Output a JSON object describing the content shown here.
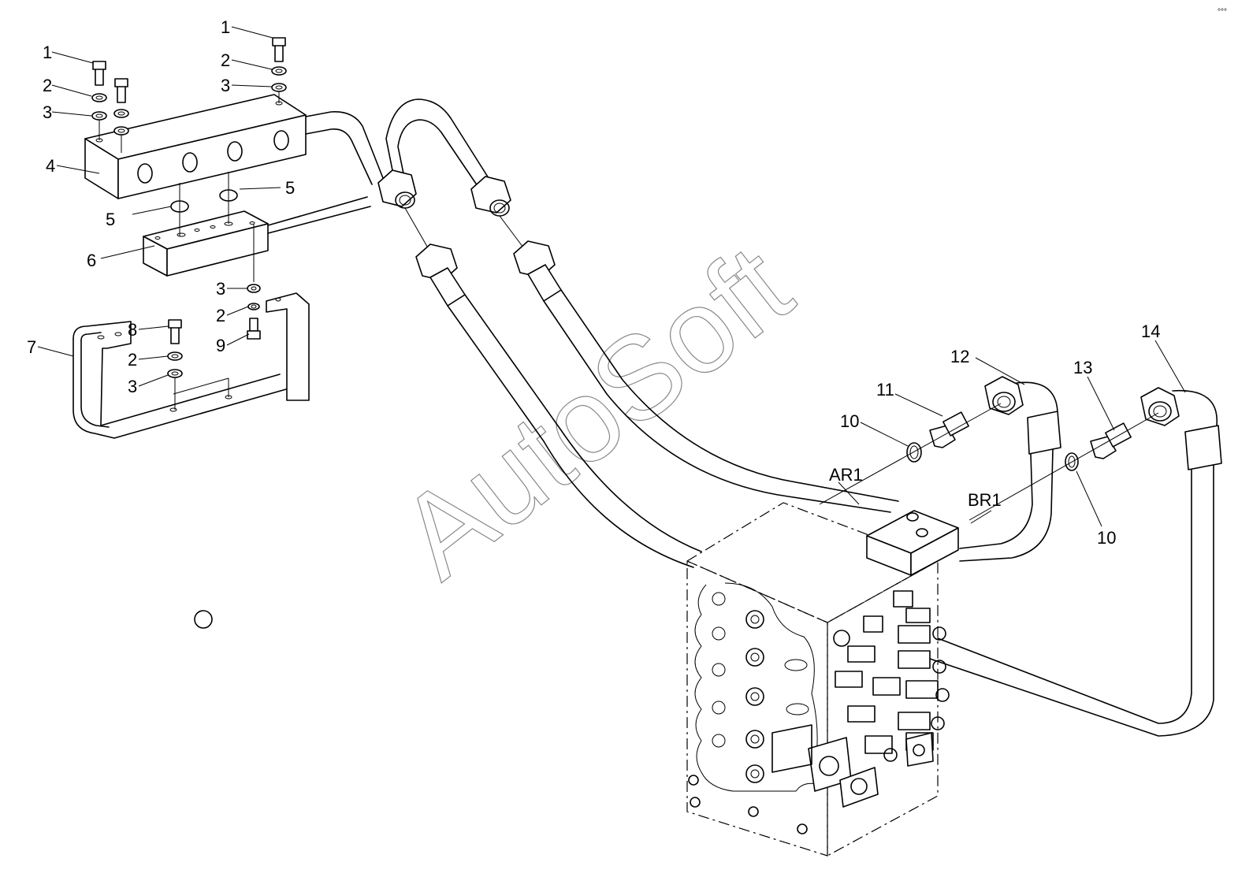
{
  "watermark": "AutoSoft",
  "corner_mark": "°°°",
  "callouts": {
    "c1a": "1",
    "c2a": "2",
    "c3a": "3",
    "c1b": "1",
    "c2b": "2",
    "c3b": "3",
    "c4": "4",
    "c5a": "5",
    "c5b": "5",
    "c6": "6",
    "c7": "7",
    "c8": "8",
    "c2c": "2",
    "c3c": "3",
    "c3d": "3",
    "c2d": "2",
    "c9": "9",
    "c10a": "10",
    "c11": "11",
    "c12": "12",
    "c13": "13",
    "c14": "14",
    "c10b": "10"
  },
  "port_labels": {
    "ar1": "AR1",
    "br1": "BR1"
  }
}
